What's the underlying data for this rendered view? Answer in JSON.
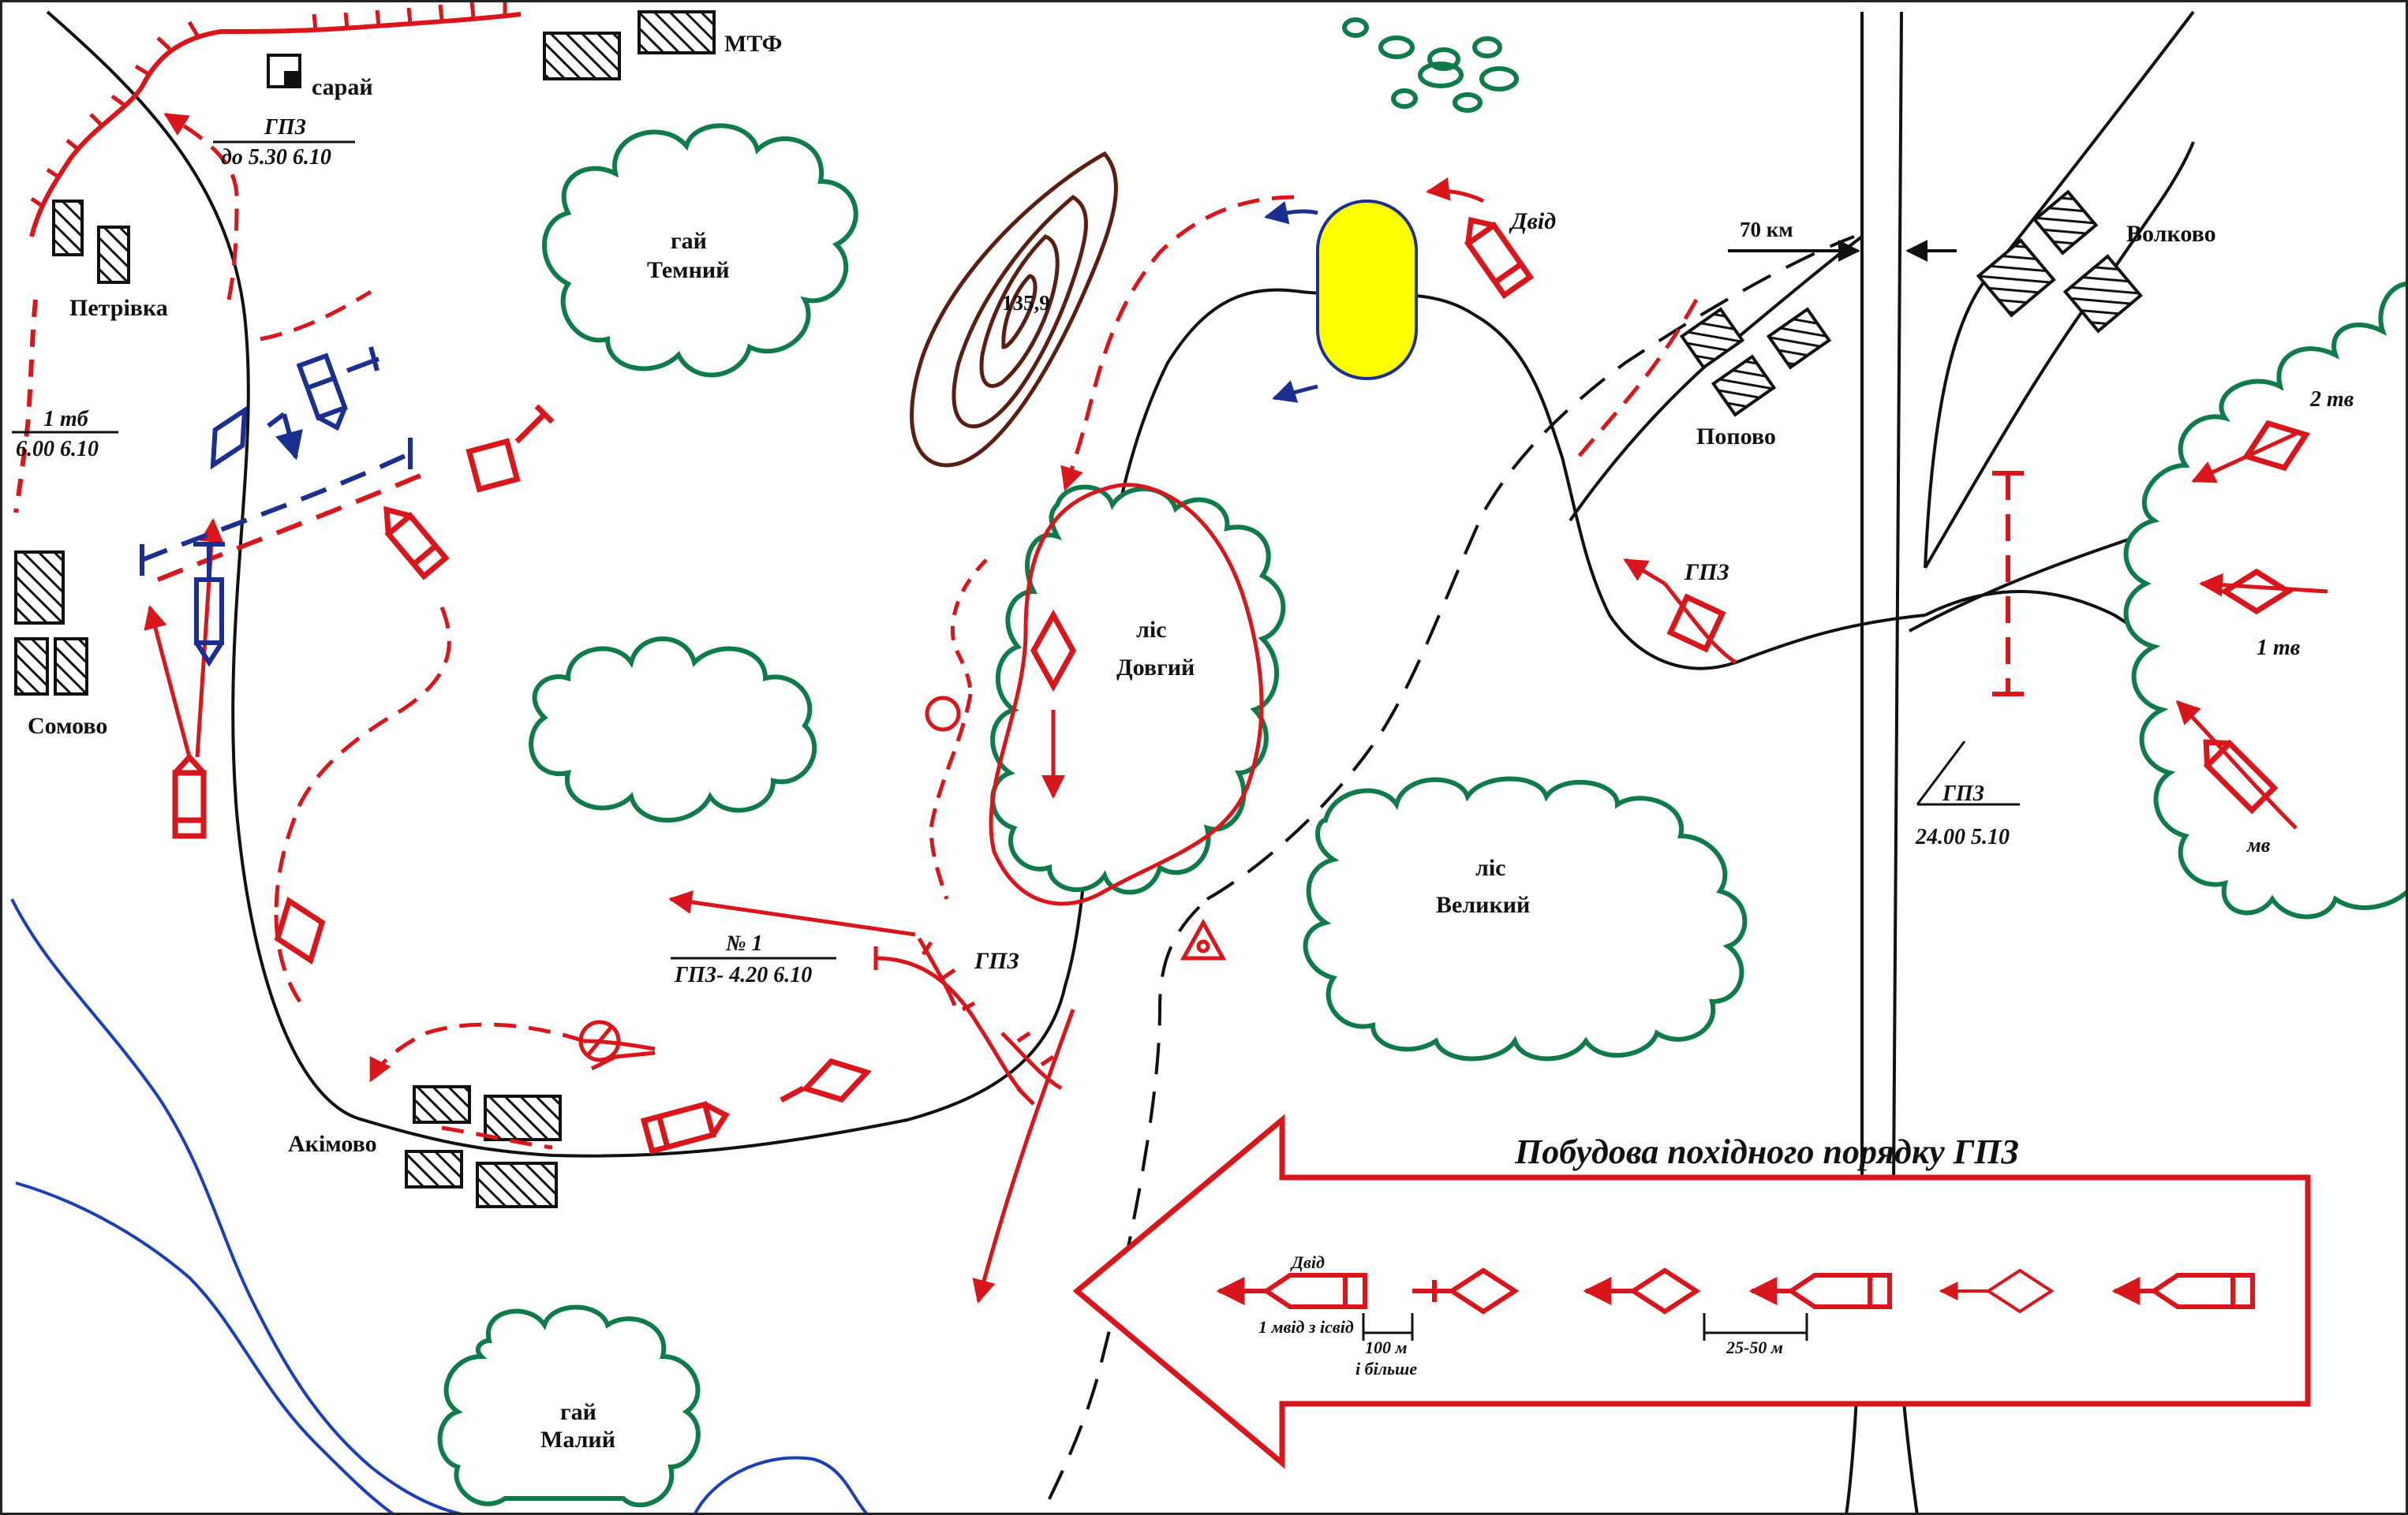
{
  "labels": {
    "saray": "сарай",
    "mtf": "МТФ",
    "hpz_top": "ГПЗ",
    "hpz_top_time": "до 5.30 6.10",
    "petrivka": "Петрівка",
    "hai_temnyi_1": "гай",
    "hai_temnyi_2": "Темний",
    "height": "135,9",
    "dvid_top": "Двід",
    "km70": "70 км",
    "volkovo": "Волково",
    "tb1": "1 тб",
    "tb1_time": "6.00 6.10",
    "popovo": "Попово",
    "hpz_popovo": "ГПЗ",
    "tv2": "2 тв",
    "sомово": "Сомово",
    "lis_dovhyi_1": "ліс",
    "lis_dovhyi_2": "Довгий",
    "tv1": "1 тв",
    "hpz_right": "ГПЗ",
    "hpz_right_time": "24.00 5.10",
    "mv": "мв",
    "lis_velykyi_1": "ліс",
    "lis_velykyi_2": "Великий",
    "no1": "№ 1",
    "no1_time": "ГПЗ- 4.20 6.10",
    "hpz_mid": "ГПЗ",
    "akimovo": "Акімово",
    "hai_malyi_1": "гай",
    "hai_malyi_2": "Малий"
  },
  "legend": {
    "title": "Побудова похідного порядку ГПЗ",
    "dvid": "Двід",
    "mvid": "1 мвід з ісвід",
    "dist1a": "100 м",
    "dist1b": "і більше",
    "dist2": "25-50 м"
  },
  "colors": {
    "red": "#d8161b",
    "blue": "#1a2f8f",
    "forest": "#0f7a4a",
    "terrain": "#5a1f12",
    "river": "#1b3fb5",
    "highlight": "#ffff00"
  }
}
